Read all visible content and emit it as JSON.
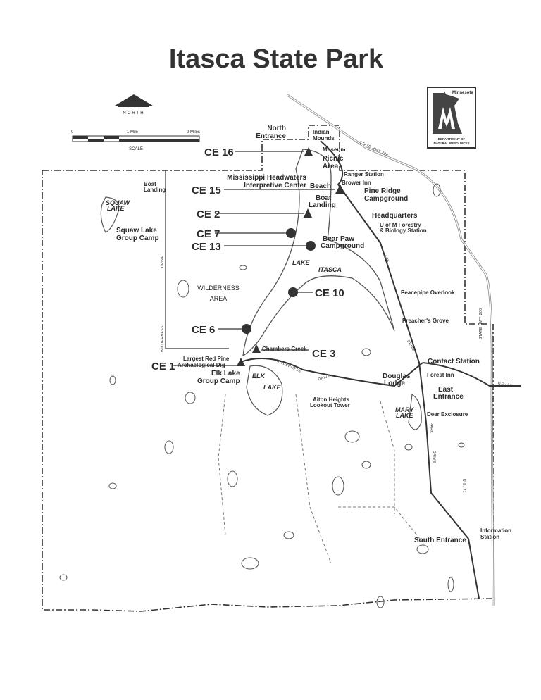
{
  "title": "Itasca State Park",
  "north_label": "NORTH",
  "scale": {
    "zero": "0",
    "one": "1 Mile",
    "two": "2 Miles",
    "label": "SCALE"
  },
  "logo": {
    "state": "Minnesota",
    "agency": "DEPARTMENT OF NATURAL RESOURCES"
  },
  "places": {
    "north_entrance": [
      "North",
      "Entrance"
    ],
    "indian_mounds": [
      "Indian",
      "Mounds"
    ],
    "museum": "Museum",
    "picnic_area": [
      "Picnic",
      "Area"
    ],
    "headwaters": [
      "Mississippi Headwaters",
      "Interpretive Center"
    ],
    "ranger_station": "Ranger Station",
    "beach": "Beach",
    "brower_inn": "Brower Inn",
    "boat_landing": [
      "Boat",
      "Landing"
    ],
    "pine_ridge": [
      "Pine Ridge",
      "Campground"
    ],
    "headquarters": "Headquarters",
    "forestry": [
      "U of M Forestry",
      "& Biology Station"
    ],
    "bear_paw": [
      "Bear Paw",
      "Campground"
    ],
    "lake_itasca": [
      "LAKE",
      "ITASCA"
    ],
    "squaw_lake": [
      "SQUAW",
      "LAKE"
    ],
    "squaw_boat_landing": [
      "Boat",
      "Landing"
    ],
    "squaw_camp": [
      "Squaw Lake",
      "Group Camp"
    ],
    "wilderness_area": [
      "WILDERNESS",
      "AREA"
    ],
    "peacepipe": "Peacepipe Overlook",
    "preachers_grove": "Preacher's Grove",
    "chambers_creek": "Chambers Creek",
    "red_pine": [
      "Largest Red Pine",
      "Archaelogical Dig"
    ],
    "elk_lake_camp": [
      "Elk Lake",
      "Group Camp"
    ],
    "elk_lake": [
      "ELK",
      "LAKE"
    ],
    "contact_station": "Contact Station",
    "forest_inn": "Forest Inn",
    "douglas_lodge": [
      "Douglas",
      "Lodge"
    ],
    "east_entrance": [
      "East",
      "Entrance"
    ],
    "aiton_heights": [
      "Aiton Heights",
      "Lookout Tower"
    ],
    "mary_lake": [
      "MARY",
      "LAKE"
    ],
    "deer_exclosure": "Deer Exclosure",
    "south_entrance": "South Entrance",
    "information_station": [
      "Information",
      "Station"
    ]
  },
  "roads": {
    "hwy200": "STATE HWY 200",
    "hwy200_south": "STATE HWY 200",
    "wilderness_drive": "WILDERNESS",
    "drive": "DRIVE",
    "west_wilderness_drive": "WILDERNESS",
    "west_drive": "DRIVE",
    "park": "PARK",
    "park_drive": "DRIVE",
    "park2": "PARK",
    "drive2": "DRIVE",
    "us71": "U.S. 71",
    "us71_south": "U.S. 71"
  },
  "markers": [
    {
      "label": "CE 16",
      "shape": "triangle"
    },
    {
      "label": "CE 15",
      "shape": "triangle"
    },
    {
      "label": "CE 2",
      "shape": "triangle"
    },
    {
      "label": "CE 7",
      "shape": "circle"
    },
    {
      "label": "CE 13",
      "shape": "circle"
    },
    {
      "label": "CE 10",
      "shape": "circle"
    },
    {
      "label": "CE 6",
      "shape": "circle"
    },
    {
      "label": "CE 3",
      "shape": "triangle"
    },
    {
      "label": "CE 1",
      "shape": "triangle"
    }
  ],
  "colors": {
    "ink": "#2a2a2a",
    "water_edge": "#555555",
    "paper": "#ffffff",
    "road_gray": "#9a9a9a"
  }
}
